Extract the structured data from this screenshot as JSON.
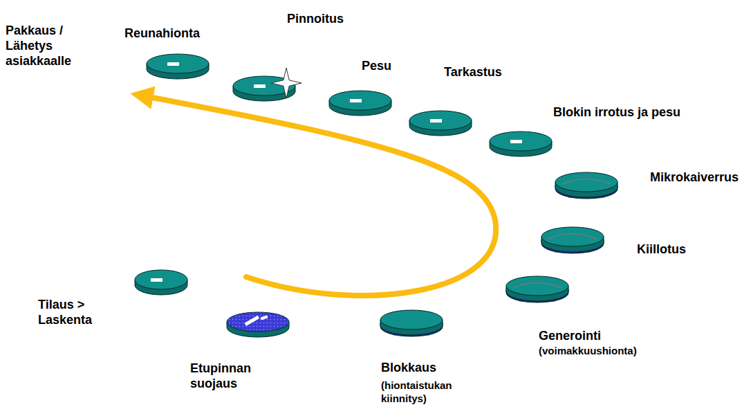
{
  "diagram": {
    "labels": [
      "Pakkaus / Lähetys asiakkaalle",
      "Reunahionta",
      "Pinnoitus",
      "Pesu",
      "Tarkastus",
      "Blokin irrotus ja pesu",
      "Mikrokaiverrus",
      "Kiillotus",
      "Generointi",
      "(voimakkuushionta)",
      "Tilaus > Laskenta",
      "Etupinnan suojaus",
      "Blokkaus",
      "(hiontaistukan kiinnitys)"
    ]
  }
}
